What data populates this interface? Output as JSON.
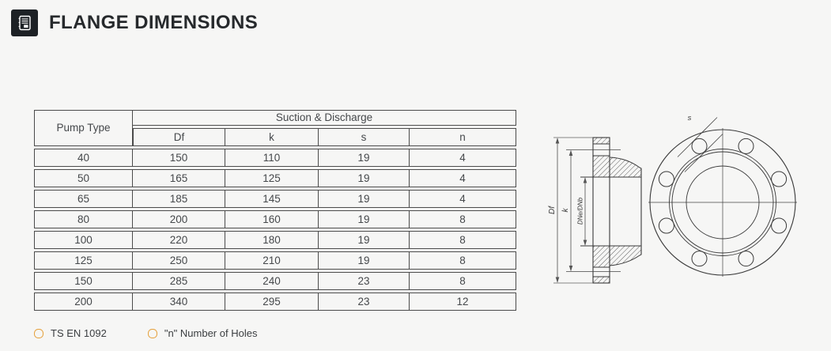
{
  "header": {
    "title": "FLANGE DIMENSIONS"
  },
  "table": {
    "col1_header": "Pump Type",
    "group_header": "Suction & Discharge",
    "sub_headers": [
      "Df",
      "k",
      "s",
      "n"
    ],
    "rows": [
      {
        "pump_type": "40",
        "df": "150",
        "k": "110",
        "s": "19",
        "n": "4"
      },
      {
        "pump_type": "50",
        "df": "165",
        "k": "125",
        "s": "19",
        "n": "4"
      },
      {
        "pump_type": "65",
        "df": "185",
        "k": "145",
        "s": "19",
        "n": "4"
      },
      {
        "pump_type": "80",
        "df": "200",
        "k": "160",
        "s": "19",
        "n": "8"
      },
      {
        "pump_type": "100",
        "df": "220",
        "k": "180",
        "s": "19",
        "n": "8"
      },
      {
        "pump_type": "125",
        "df": "250",
        "k": "210",
        "s": "19",
        "n": "8"
      },
      {
        "pump_type": "150",
        "df": "285",
        "k": "240",
        "s": "23",
        "n": "8"
      },
      {
        "pump_type": "200",
        "df": "340",
        "k": "295",
        "s": "23",
        "n": "12"
      }
    ]
  },
  "diagram": {
    "label_df": "Df",
    "label_k": "k",
    "label_bore": "DNe/DNb",
    "label_s": "s"
  },
  "footnotes": [
    {
      "text": "TS EN 1092"
    },
    {
      "text": "\"n\" Number of Holes"
    }
  ],
  "colors": {
    "accent_orange": "#E5A13D",
    "line_dark": "#3a3a3a",
    "dimension_line": "#5f5f5f",
    "background": "#F6F6F5",
    "icon_background": "#1D2125"
  }
}
